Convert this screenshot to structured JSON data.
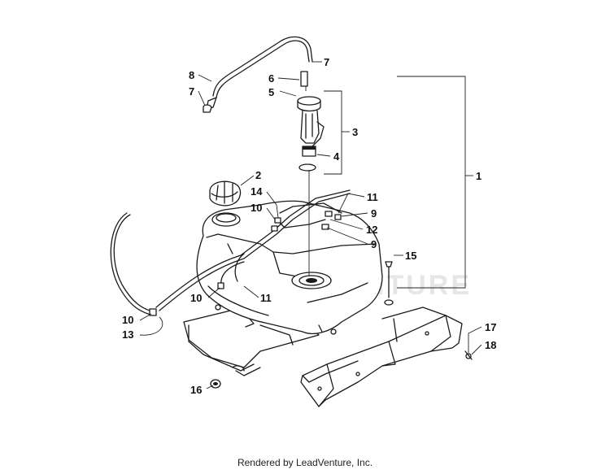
{
  "footer": {
    "text": "Rendered by LeadVenture, Inc."
  },
  "watermark": {
    "text": "LEADVENTURE"
  },
  "callouts": [
    {
      "id": "c1",
      "label": "1"
    },
    {
      "id": "c2",
      "label": "2"
    },
    {
      "id": "c3",
      "label": "3"
    },
    {
      "id": "c4",
      "label": "4"
    },
    {
      "id": "c5",
      "label": "5"
    },
    {
      "id": "c6",
      "label": "6"
    },
    {
      "id": "c7a",
      "label": "7"
    },
    {
      "id": "c7b",
      "label": "7"
    },
    {
      "id": "c8",
      "label": "8"
    },
    {
      "id": "c9a",
      "label": "9"
    },
    {
      "id": "c9b",
      "label": "9"
    },
    {
      "id": "c10a",
      "label": "10"
    },
    {
      "id": "c10b",
      "label": "10"
    },
    {
      "id": "c10c",
      "label": "10"
    },
    {
      "id": "c11a",
      "label": "11"
    },
    {
      "id": "c11b",
      "label": "11"
    },
    {
      "id": "c12",
      "label": "12"
    },
    {
      "id": "c13",
      "label": "13"
    },
    {
      "id": "c14",
      "label": "14"
    },
    {
      "id": "c15",
      "label": "15"
    },
    {
      "id": "c16",
      "label": "16"
    },
    {
      "id": "c17",
      "label": "17"
    },
    {
      "id": "c18",
      "label": "18"
    }
  ]
}
